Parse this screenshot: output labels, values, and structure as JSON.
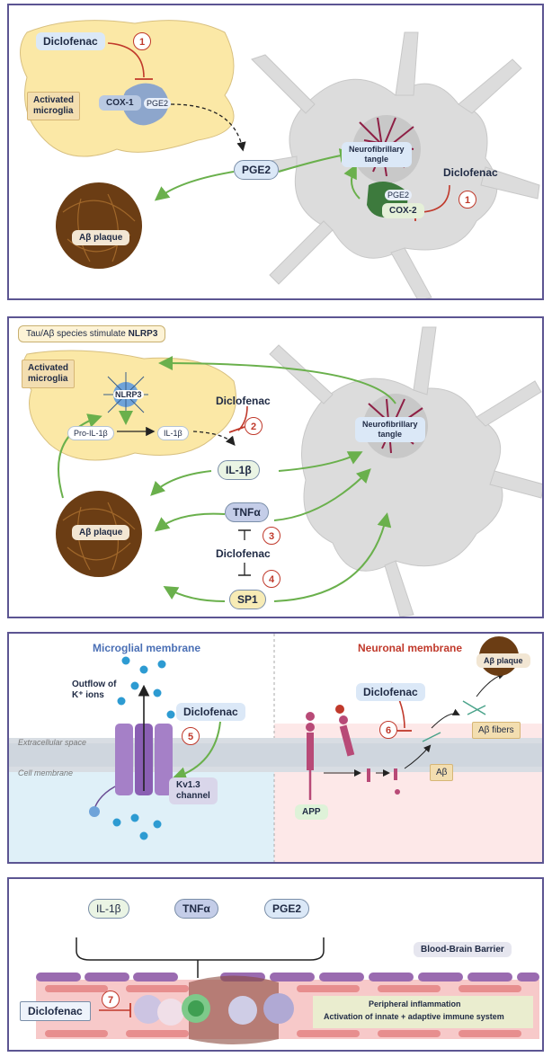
{
  "panel1": {
    "diclofenac_top": "Diclofenac",
    "step_top": "1",
    "activated_microglia": "Activated\nmicroglia",
    "cox1": "COX-1",
    "pge2_small": "PGE2",
    "pge2": "PGE2",
    "abeta_plaque": "Aβ plaque",
    "tangle": "Neurofibrillary\ntangle",
    "diclofenac_right": "Diclofenac",
    "step_right": "1",
    "cox2": "COX-2",
    "pge2_small2": "PGE2"
  },
  "panel2": {
    "header_prefix": "Tau/Aβ species stimulate ",
    "header_bold": "NLRP3",
    "activated_microglia": "Activated\nmicroglia",
    "nlrp3": "NLRP3",
    "pro_il1b": "Pro-IL-1β",
    "il1b_small": "IL-1β",
    "diclofenac": "Diclofenac",
    "step2": "2",
    "il1b": "IL-1β",
    "tnfa": "TNFα",
    "step3": "3",
    "diclofenac2": "Diclofenac",
    "step4": "4",
    "sp1": "SP1",
    "abeta_plaque": "Aβ plaque",
    "tangle": "Neurofibrillary\ntangle"
  },
  "panel3": {
    "microglial_title": "Microglial membrane",
    "neuronal_title": "Neuronal membrane",
    "outflow": "Outflow of\nK⁺ ions",
    "diclofenac_left": "Diclofenac",
    "step5": "5",
    "extracellular": "Extracellular space",
    "cell_membrane": "Cell membrane",
    "kv13": "Kv1.3\nchannel",
    "diclofenac_right": "Diclofenac",
    "step6": "6",
    "abeta_plaque": "Aβ plaque",
    "abeta_fibers": "Aβ fibers",
    "abeta": "Aβ",
    "app": "APP"
  },
  "panel4": {
    "il1b": "IL-1β",
    "tnfa": "TNFα",
    "pge2": "PGE2",
    "bbb": "Blood-Brain Barrier",
    "diclofenac": "Diclofenac",
    "step7": "7",
    "peripheral_line1": "Peripheral inflammation",
    "peripheral_line2": "Activation of innate + adaptive immune system"
  },
  "colors": {
    "frame": "#5c5592",
    "inhibit": "#c0392b",
    "activate": "#6ab04c",
    "microglia": "#fbe8a6",
    "neuron": "#dcdcdc",
    "tangle": "#8e1f45",
    "plaque": "#6b3d14"
  }
}
